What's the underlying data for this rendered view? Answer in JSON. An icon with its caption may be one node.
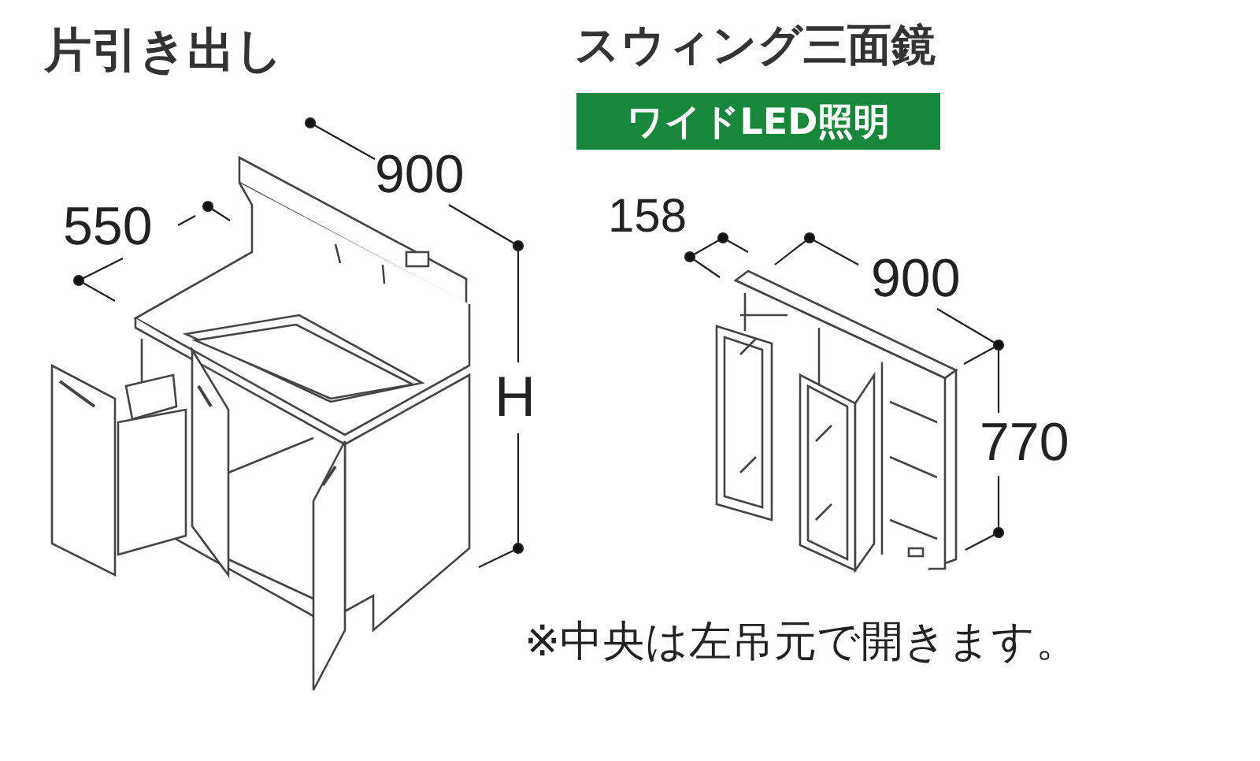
{
  "diagram": {
    "nodes": [
      {
        "text": [
          "ワイドLED照明"
        ]
      }
    ],
    "labels": [
      "片引き出し",
      "スウィング三面鏡",
      "900",
      "550",
      "H",
      "158",
      "900",
      "770",
      "※中央は左吊元で開きます。"
    ]
  }
}
